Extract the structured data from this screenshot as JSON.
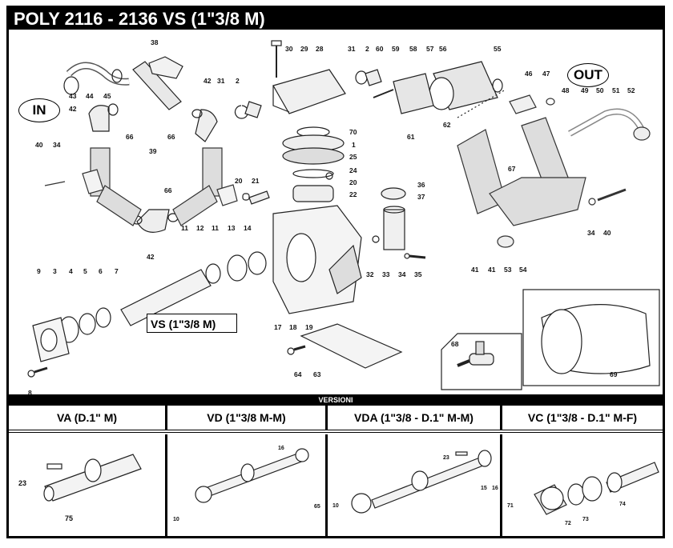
{
  "title": "POLY 2116 - 2136 VS (1\"3/8 M)",
  "tags": {
    "in": "IN",
    "out": "OUT",
    "vs_box": "VS (1\"3/8 M)"
  },
  "diagram_labels": [
    {
      "id": "38",
      "text": "38"
    },
    {
      "id": "43",
      "text": "43"
    },
    {
      "id": "44",
      "text": "44"
    },
    {
      "id": "45",
      "text": "45"
    },
    {
      "id": "42a",
      "text": "42"
    },
    {
      "id": "66a",
      "text": "66"
    },
    {
      "id": "42b",
      "text": "42"
    },
    {
      "id": "31a",
      "text": "31"
    },
    {
      "id": "2a",
      "text": "2"
    },
    {
      "id": "66b",
      "text": "66"
    },
    {
      "id": "39",
      "text": "39"
    },
    {
      "id": "40a",
      "text": "40"
    },
    {
      "id": "34a",
      "text": "34"
    },
    {
      "id": "66c",
      "text": "66"
    },
    {
      "id": "42c",
      "text": "42"
    },
    {
      "id": "30",
      "text": "30"
    },
    {
      "id": "29",
      "text": "29"
    },
    {
      "id": "28",
      "text": "28"
    },
    {
      "id": "31b",
      "text": "31"
    },
    {
      "id": "2b",
      "text": "2"
    },
    {
      "id": "60",
      "text": "60"
    },
    {
      "id": "59",
      "text": "59"
    },
    {
      "id": "58",
      "text": "58"
    },
    {
      "id": "57",
      "text": "57"
    },
    {
      "id": "56",
      "text": "56"
    },
    {
      "id": "55",
      "text": "55"
    },
    {
      "id": "62",
      "text": "62"
    },
    {
      "id": "61",
      "text": "61"
    },
    {
      "id": "70",
      "text": "70"
    },
    {
      "id": "1",
      "text": "1"
    },
    {
      "id": "25",
      "text": "25"
    },
    {
      "id": "24",
      "text": "24"
    },
    {
      "id": "20a",
      "text": "20"
    },
    {
      "id": "22",
      "text": "22"
    },
    {
      "id": "20b",
      "text": "20"
    },
    {
      "id": "21",
      "text": "21"
    },
    {
      "id": "36",
      "text": "36"
    },
    {
      "id": "37",
      "text": "37"
    },
    {
      "id": "46",
      "text": "46"
    },
    {
      "id": "47",
      "text": "47"
    },
    {
      "id": "48",
      "text": "48"
    },
    {
      "id": "49",
      "text": "49"
    },
    {
      "id": "50",
      "text": "50"
    },
    {
      "id": "51",
      "text": "51"
    },
    {
      "id": "52",
      "text": "52"
    },
    {
      "id": "67",
      "text": "67"
    },
    {
      "id": "34b",
      "text": "34"
    },
    {
      "id": "40b",
      "text": "40"
    },
    {
      "id": "41a",
      "text": "41"
    },
    {
      "id": "41b",
      "text": "41"
    },
    {
      "id": "53",
      "text": "53"
    },
    {
      "id": "54",
      "text": "54"
    },
    {
      "id": "11a",
      "text": "11"
    },
    {
      "id": "12",
      "text": "12"
    },
    {
      "id": "11b",
      "text": "11"
    },
    {
      "id": "13",
      "text": "13"
    },
    {
      "id": "14",
      "text": "14"
    },
    {
      "id": "32",
      "text": "32"
    },
    {
      "id": "33",
      "text": "33"
    },
    {
      "id": "34c",
      "text": "34"
    },
    {
      "id": "35",
      "text": "35"
    },
    {
      "id": "9",
      "text": "9"
    },
    {
      "id": "3",
      "text": "3"
    },
    {
      "id": "4",
      "text": "4"
    },
    {
      "id": "5",
      "text": "5"
    },
    {
      "id": "6",
      "text": "6"
    },
    {
      "id": "7",
      "text": "7"
    },
    {
      "id": "17",
      "text": "17"
    },
    {
      "id": "18",
      "text": "18"
    },
    {
      "id": "19",
      "text": "19"
    },
    {
      "id": "8",
      "text": "8"
    },
    {
      "id": "64",
      "text": "64"
    },
    {
      "id": "63",
      "text": "63"
    },
    {
      "id": "68",
      "text": "68"
    },
    {
      "id": "69",
      "text": "69"
    }
  ],
  "versions": {
    "header": "VERSIONI",
    "columns": [
      {
        "name": "VA (D.1\" M)",
        "labels": [
          "23",
          "75"
        ]
      },
      {
        "name": "VD (1\"3/8 M-M)",
        "labels": [
          "16",
          "65",
          "10"
        ]
      },
      {
        "name": "VDA (1\"3/8 - D.1\" M-M)",
        "labels": [
          "23",
          "15",
          "16",
          "10"
        ]
      },
      {
        "name": "VC (1\"3/8 - D.1\" M-F)",
        "labels": [
          "71",
          "72",
          "73",
          "74"
        ]
      }
    ]
  }
}
